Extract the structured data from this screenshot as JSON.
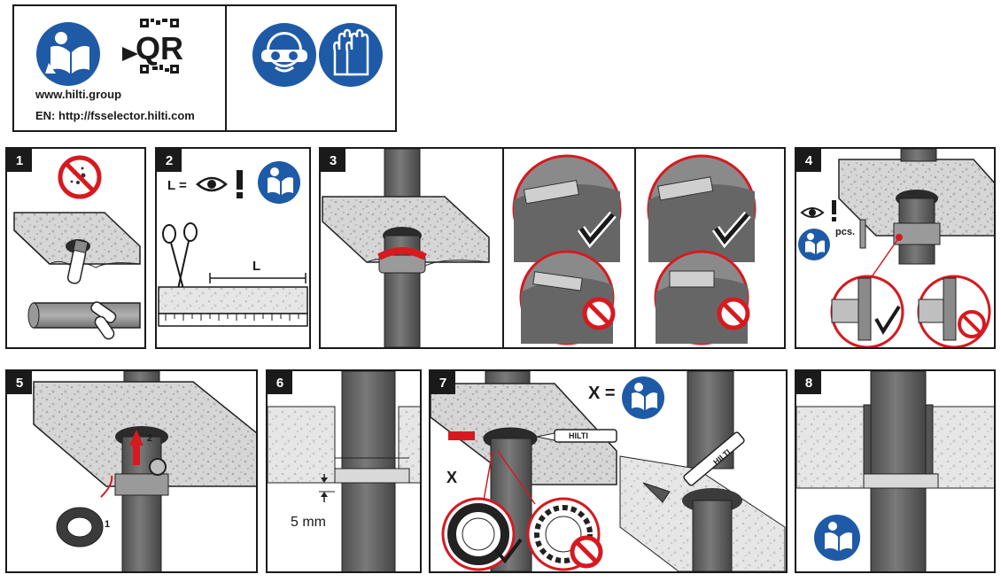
{
  "header": {
    "website": "www.hilti.group",
    "selector_url": "EN: http://fsselector.hilti.com",
    "qr_text": "QR"
  },
  "steps": [
    {
      "number": "1"
    },
    {
      "number": "2",
      "formula": "L =",
      "length_label": "L"
    },
    {
      "number": "3"
    },
    {
      "number": "4",
      "pcs_label": "pcs."
    },
    {
      "number": "5",
      "arrow_label_1": "1",
      "arrow_label_2": "2"
    },
    {
      "number": "6",
      "gap_label": "5 mm"
    },
    {
      "number": "7",
      "formula": "X =",
      "x_label": "X",
      "brand": "HILTI"
    },
    {
      "number": "8"
    }
  ],
  "colors": {
    "blue_icon": "#1f5aa6",
    "prohibit_red": "#d71920",
    "pipe_gray": "#6b6b6b",
    "concrete": "#d9d9d9",
    "highlight_red": "#c8102e"
  },
  "icons": [
    "read-manual-icon",
    "goggles-icon",
    "gloves-icon",
    "no-dust-icon",
    "eye-icon",
    "scissors-icon",
    "checkmark-icon",
    "prohibited-icon"
  ]
}
